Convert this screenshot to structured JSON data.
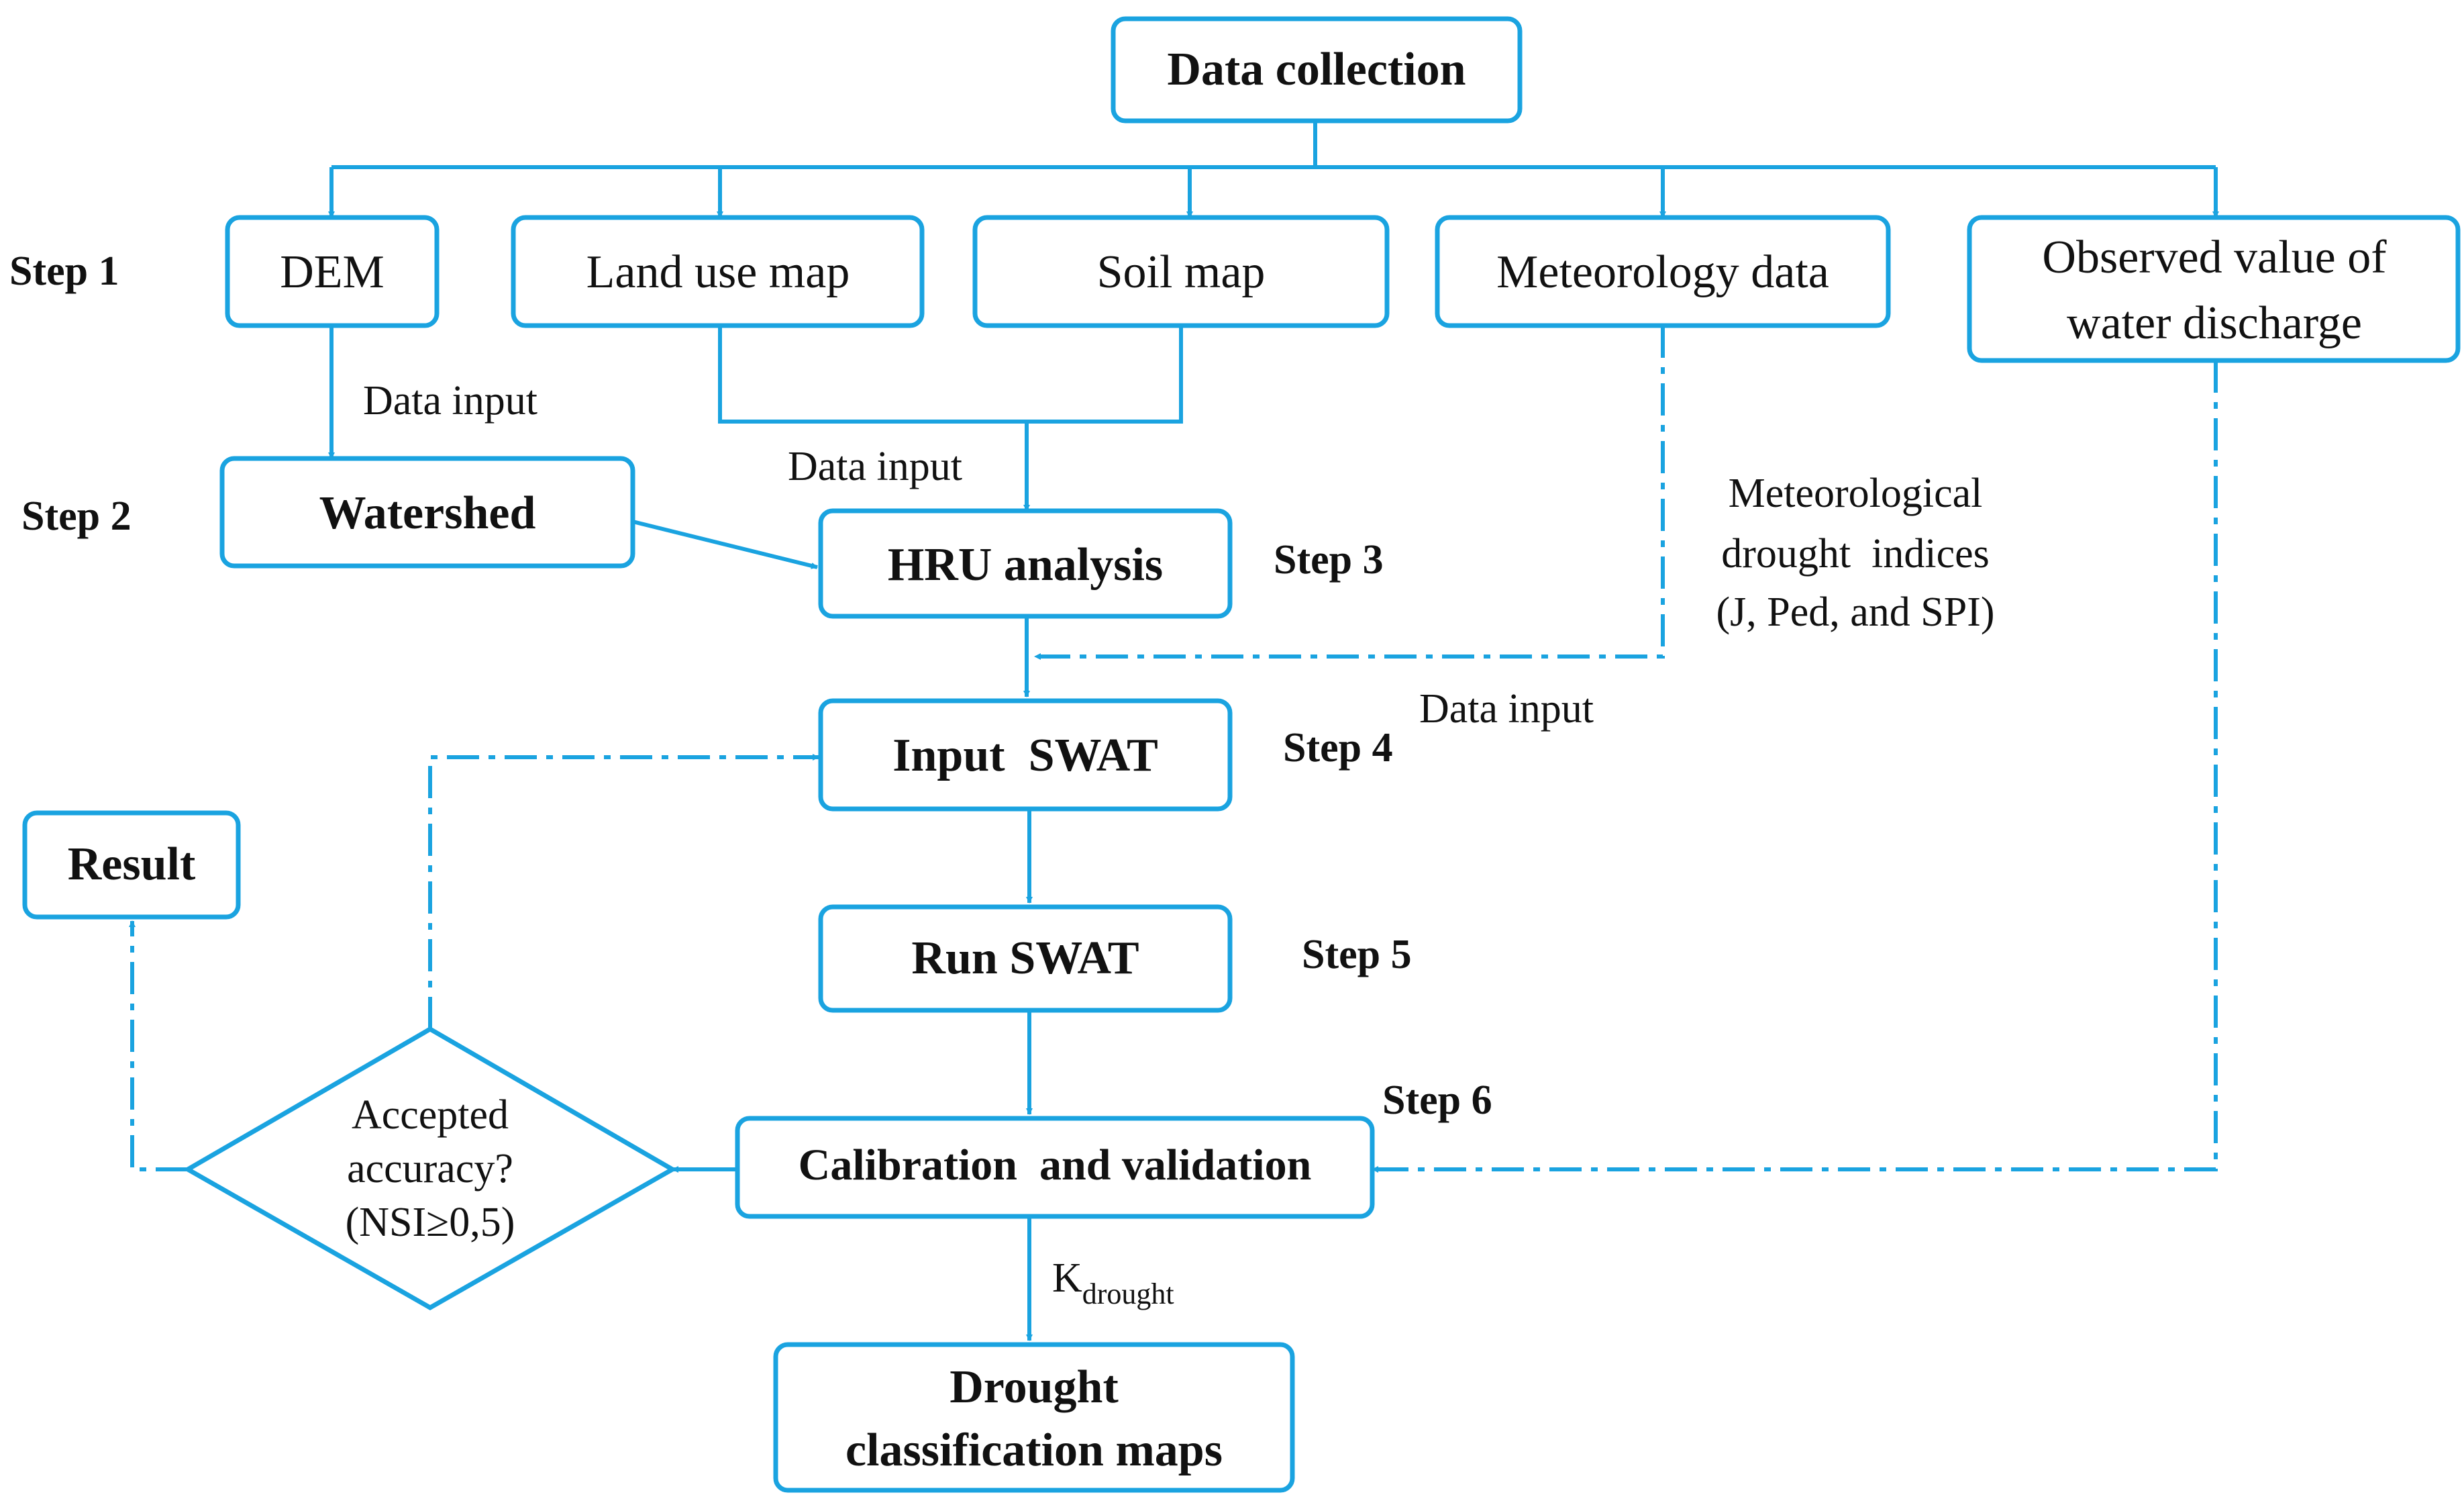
{
  "nodes": {
    "data_collection": "Data collection",
    "dem": "DEM",
    "land_use_map": "Land use map",
    "soil_map": "Soil map",
    "meteorology_data": "Meteorology data",
    "observed_line1": "Observed value of",
    "observed_line2": "water discharge",
    "watershed": "Watershed",
    "hru_analysis": "HRU analysis",
    "input_swat": "Input  SWAT",
    "run_swat": "Run SWAT",
    "calibration": "Calibration  and validation",
    "drought_line1": "Drought",
    "drought_line2": "classification maps",
    "result": "Result",
    "decision_line1": "Accepted",
    "decision_line2": "accuracy?",
    "decision_line3": "(NSI≥0,5)"
  },
  "steps": {
    "step1": "Step 1",
    "step2": "Step 2",
    "step3": "Step 3",
    "step4": "Step 4",
    "step5": "Step 5",
    "step6": "Step 6"
  },
  "edge_labels": {
    "data_input_dem": "Data input",
    "data_input_maps": "Data input",
    "data_input_met": "Data input",
    "met_indices_line1": "Meteorological",
    "met_indices_line2": "drought  indices",
    "met_indices_line3": "(J, Ped, and SPI)",
    "k_drought_main": "K",
    "k_drought_sub": "drought"
  },
  "colors": {
    "accent": "#1aa3e0",
    "text": "#111111",
    "background": "#ffffff"
  }
}
